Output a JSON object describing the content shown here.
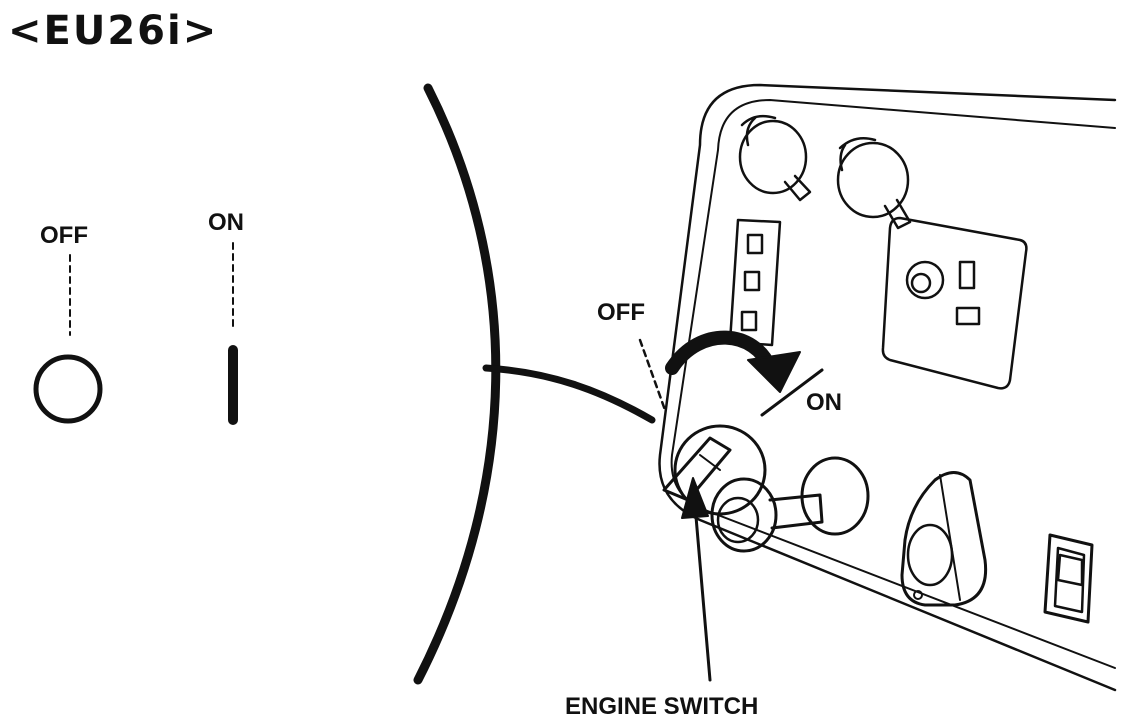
{
  "header": {
    "model": "<EU26i>"
  },
  "legend": {
    "off_label": "OFF",
    "on_label": "ON",
    "off_symbol": "circle",
    "on_symbol": "vertical-bar"
  },
  "panel": {
    "off_label": "OFF",
    "on_label": "ON",
    "callout_label": "ENGINE SWITCH"
  },
  "colors": {
    "ink": "#111111",
    "background": "#ffffff"
  }
}
